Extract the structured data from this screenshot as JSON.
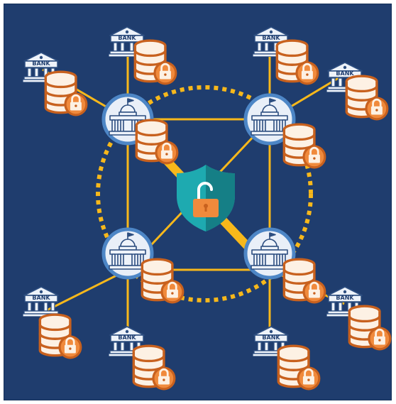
{
  "colors": {
    "background": "#1f3d6e",
    "connector": "#f7b81b",
    "hub_ring": "#f7b81b",
    "node_circle_fill": "#e9eff8",
    "node_circle_border": "#4d86c6",
    "database_fill": "#fdf1e4",
    "database_outline": "#c8611e",
    "lock_badge": "#f08a3c",
    "shield_fill": "#1eaab0",
    "shield_shade": "#157f86",
    "bank_fill": "#eef3fa",
    "bank_stroke": "#2d4e80"
  },
  "icons": {
    "hub": "shield-unlocked-icon",
    "node": "government-building-icon",
    "storage": "locked-database-icon",
    "bank": "bank-icon"
  },
  "banks": [
    {
      "label": "BANK"
    },
    {
      "label": "BANK"
    },
    {
      "label": "BANK"
    },
    {
      "label": "BANK"
    },
    {
      "label": "BANK"
    },
    {
      "label": "BANK"
    },
    {
      "label": "BANK"
    },
    {
      "label": "BANK"
    }
  ]
}
